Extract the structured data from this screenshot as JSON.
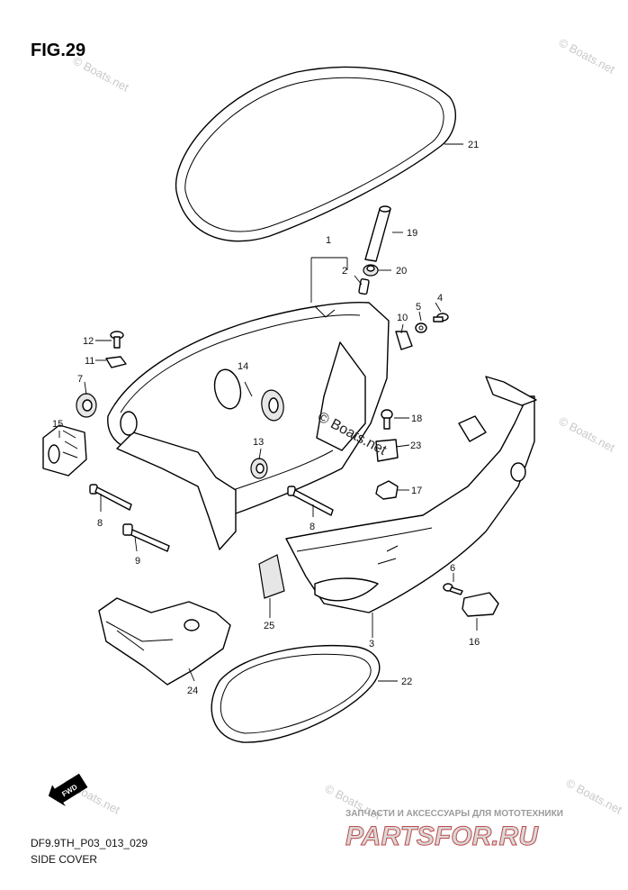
{
  "figure": {
    "title": "FIG.29",
    "code": "DF9.9TH_P03_013_029",
    "caption": "SIDE COVER",
    "fwd_label": "FWD"
  },
  "callouts": [
    "1",
    "2",
    "3",
    "4",
    "5",
    "6",
    "7",
    "8",
    "8",
    "9",
    "10",
    "11",
    "12",
    "13",
    "14",
    "15",
    "16",
    "17",
    "18",
    "19",
    "20",
    "21",
    "22",
    "23",
    "24",
    "25"
  ],
  "watermarks": {
    "small": "© Boats.net",
    "center": "© Boats.net"
  },
  "branding": {
    "tagline": "ЗАПЧАСТИ И АКСЕССУАРЫ ДЛЯ МОТОТЕХНИКИ",
    "logo": "PARTSFOR.RU",
    "accent": "#c04a4a"
  }
}
